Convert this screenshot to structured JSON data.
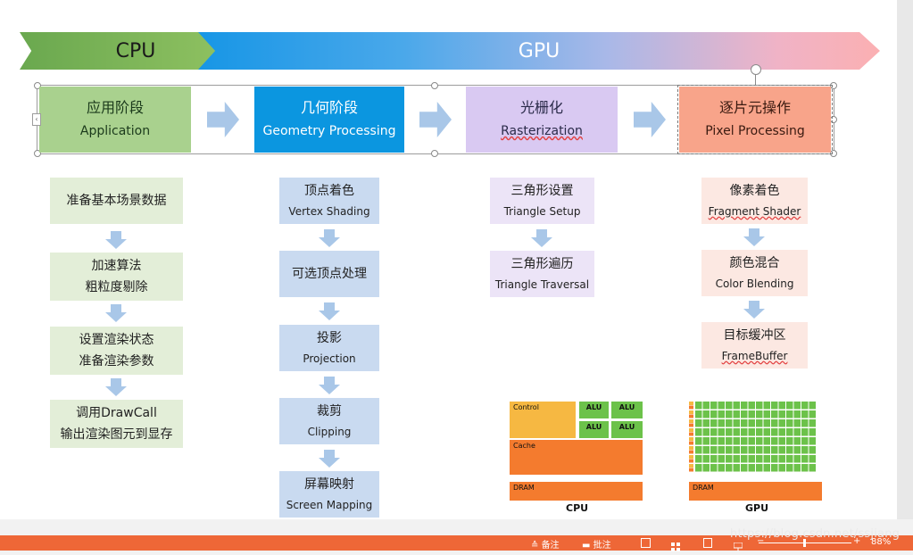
{
  "banner": {
    "cpu_label": "CPU",
    "gpu_label": "GPU"
  },
  "stages": [
    {
      "zh": "应用阶段",
      "en": "Application"
    },
    {
      "zh": "几何阶段",
      "en": "Geometry Processing"
    },
    {
      "zh": "光栅化",
      "en": "Rasterization"
    },
    {
      "zh": "逐片元操作",
      "en": "Pixel Processing"
    }
  ],
  "application_steps": [
    {
      "l1": "准备基本场景数据",
      "l2": ""
    },
    {
      "l1": "加速算法",
      "l2": "粗粒度剔除"
    },
    {
      "l1": "设置渲染状态",
      "l2": "准备渲染参数"
    },
    {
      "l1": "调用DrawCall",
      "l2": "输出渲染图元到显存"
    }
  ],
  "geometry_steps": [
    {
      "l1": "顶点着色",
      "l2": "Vertex Shading"
    },
    {
      "l1": "可选顶点处理",
      "l2": ""
    },
    {
      "l1": "投影",
      "l2": "Projection"
    },
    {
      "l1": "裁剪",
      "l2": "Clipping"
    },
    {
      "l1": "屏幕映射",
      "l2": "Screen Mapping"
    }
  ],
  "raster_steps": [
    {
      "l1": "三角形设置",
      "l2": "Triangle Setup"
    },
    {
      "l1": "三角形遍历",
      "l2": "Triangle Traversal"
    }
  ],
  "pixel_steps": [
    {
      "l1": "像素着色",
      "l2": "Fragment Shader"
    },
    {
      "l1": "颜色混合",
      "l2": "Color Blending"
    },
    {
      "l1": "目标缓冲区",
      "l2": "FrameBuffer"
    }
  ],
  "cpu_arch": {
    "control": "Control",
    "alu": "ALU",
    "cache": "Cache",
    "dram": "DRAM",
    "caption": "CPU"
  },
  "gpu_arch": {
    "dram": "DRAM",
    "caption": "GPU"
  },
  "statusbar": {
    "notes": "备注",
    "comments": "批注",
    "zoom": "88%"
  },
  "watermark": "https://blog.csdn.net/ssjiang",
  "colors": {
    "cpu_banner": "#6aa84f",
    "gpu_banner_start": "#1796e6",
    "gpu_banner_end": "#fbb0b2",
    "application": "#a9d18e",
    "geometry": "#0b96e0",
    "rasterization": "#d9c9f2",
    "pixel": "#f8a48a",
    "statusbar": "#ee6737"
  }
}
